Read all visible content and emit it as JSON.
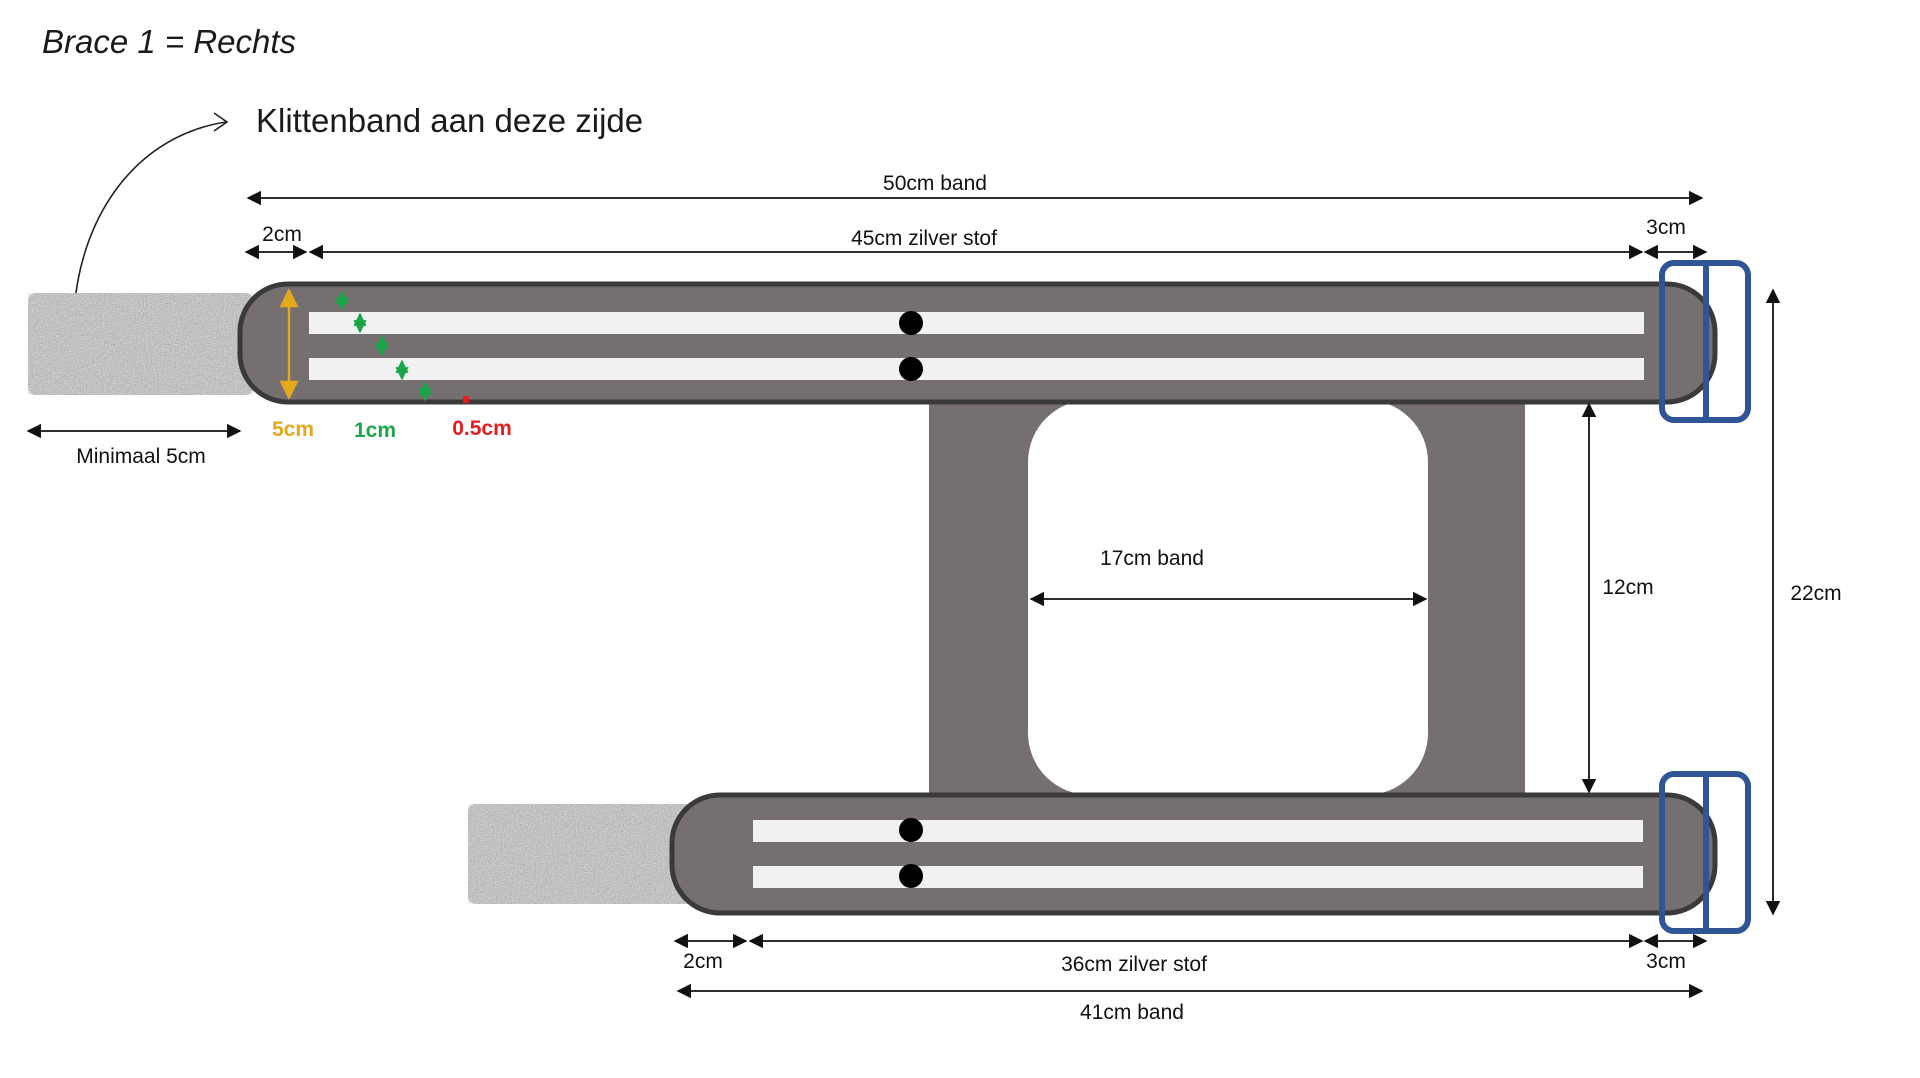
{
  "title": "Brace 1 = Rechts",
  "note": "Klittenband aan deze zijde",
  "labels": {
    "top_band": "50cm band",
    "top_left_gap": "2cm",
    "top_fabric": "45cm zilver stof",
    "top_right_gap": "3cm",
    "velcro_min": "Minimaal 5cm",
    "strap_width": "5cm",
    "stripe_gap": "1cm",
    "edge_gap": "0.5cm",
    "middle_band": "17cm band",
    "inner_height": "12cm",
    "total_height": "22cm",
    "bottom_left_gap": "2cm",
    "bottom_fabric": "36cm zilver stof",
    "bottom_right_gap": "3cm",
    "bottom_band": "41cm band"
  },
  "colors": {
    "strap": "#756f70",
    "strap_outline": "#3a3a3a",
    "stripe": "#f1f1f1",
    "buckle": "#2f5597",
    "velcro": "#b5b5b5",
    "accent_yellow": "#e5a81c",
    "accent_green": "#1aa648",
    "accent_red": "#e41e1e",
    "arrow": "#111111"
  }
}
